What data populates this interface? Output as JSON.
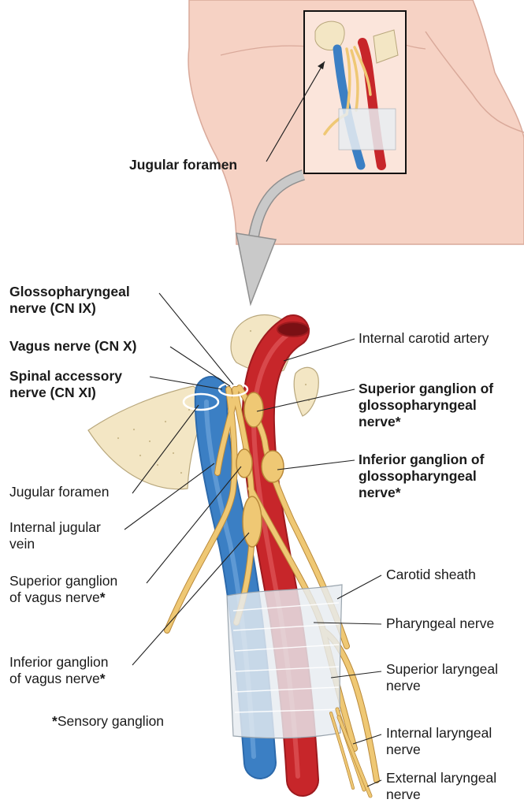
{
  "colors": {
    "skin": "#f6d2c4",
    "skin_outline": "#d9a99a",
    "bone": "#f3e6c4",
    "bone_outline": "#b8a77c",
    "artery": "#c7262a",
    "vein": "#3b7fc4",
    "nerve": "#efc874",
    "nerve_outline": "#b9893a",
    "sheath": "#e4e9ee",
    "leader": "#222222",
    "arrow": "#b9b9b9"
  },
  "labels": {
    "top_jugular_foramen": "Jugular foramen",
    "glossopharyngeal": [
      "Glossopharyngeal",
      "nerve (CN IX)"
    ],
    "vagus": "Vagus nerve (CN X)",
    "spinal_accessory": [
      "Spinal accessory",
      "nerve (CN XI)"
    ],
    "jugular_foramen": "Jugular foramen",
    "internal_jugular_vein": [
      "Internal jugular",
      "vein"
    ],
    "superior_ganglion_vagus": [
      "Superior ganglion",
      "of vagus nerve",
      "*"
    ],
    "inferior_ganglion_vagus": [
      "Inferior ganglion",
      "of vagus nerve",
      "*"
    ],
    "sensory_ganglion": [
      "*",
      "Sensory ganglion"
    ],
    "internal_carotid_artery": "Internal carotid artery",
    "superior_ganglion_glosso": [
      "Superior ganglion of",
      "glossopharyngeal",
      "nerve*"
    ],
    "inferior_ganglion_glosso": [
      "Inferior ganglion of",
      "glossopharyngeal",
      "nerve*"
    ],
    "carotid_sheath": "Carotid sheath",
    "pharyngeal_nerve": "Pharyngeal nerve",
    "superior_laryngeal": [
      "Superior laryngeal",
      "nerve"
    ],
    "internal_laryngeal": [
      "Internal laryngeal",
      "nerve"
    ],
    "external_laryngeal": [
      "External laryngeal",
      "nerve"
    ]
  }
}
